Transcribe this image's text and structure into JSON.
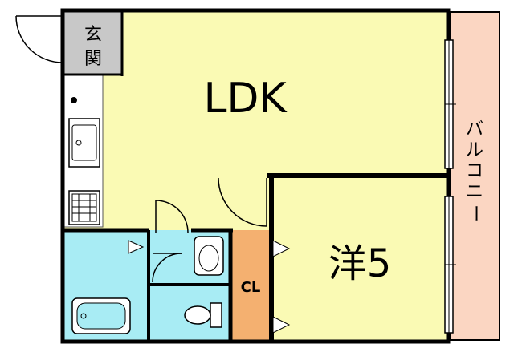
{
  "rooms": {
    "ldk": "LDK",
    "western_room": "洋5",
    "closet": "CL",
    "entrance": [
      "玄",
      "関"
    ],
    "balcony": [
      "バ",
      "ル",
      "コ",
      "ニ",
      "ー"
    ]
  },
  "colors": {
    "ldk_fill": "#fafab4",
    "entrance_fill": "#c8c8c8",
    "wet_area_fill": "#a8ecf4",
    "closet_fill": "#f4b070",
    "balcony_fill": "#fbd6c2",
    "wall": "#000000"
  },
  "icons": [
    "door-swing-icon",
    "kitchen-sink-icon",
    "stove-icon",
    "washbasin-icon",
    "toilet-icon",
    "bathtub-icon",
    "window-icon"
  ]
}
